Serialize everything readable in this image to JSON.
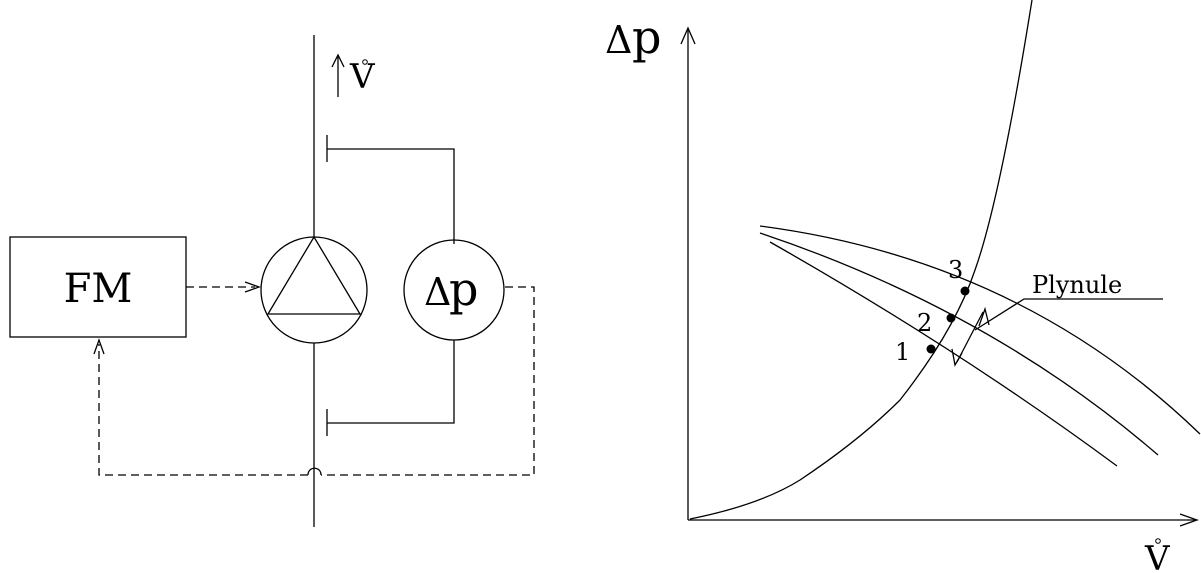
{
  "schematic": {
    "flow_label_v": "V",
    "fm_label": "FM",
    "dp_symbol": "Δ",
    "dp_letter": "p"
  },
  "graph": {
    "y_axis_symbol": "Δ",
    "y_axis_letter": "p",
    "x_axis_label": "V",
    "point_labels": [
      "1",
      "2",
      "3"
    ],
    "annotation": "Plynule"
  }
}
